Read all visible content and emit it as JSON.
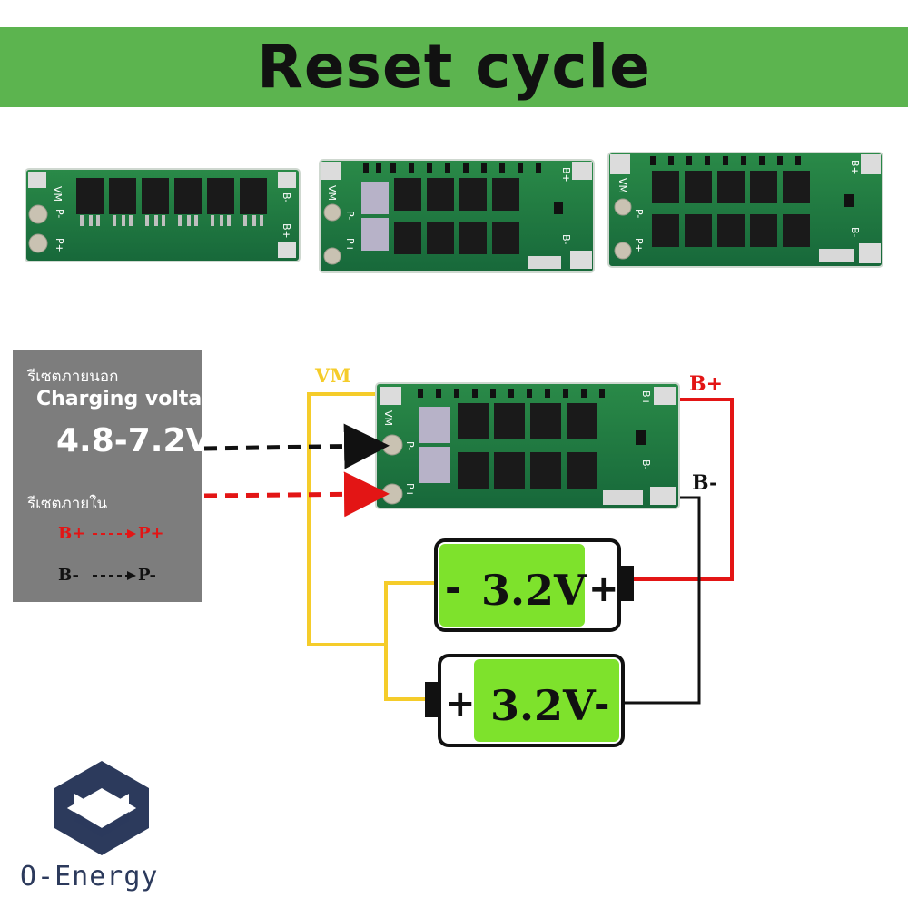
{
  "title": "Reset cycle",
  "boards": [
    {
      "labels": {
        "vm": "VM",
        "pminus": "P-",
        "pplus": "P+",
        "bminus": "B-",
        "bplus": "B+"
      }
    },
    {
      "labels": {
        "vm": "VM",
        "pminus": "P-",
        "pplus": "P+",
        "bminus": "B-",
        "bplus": "B+"
      }
    },
    {
      "labels": {
        "vm": "VM",
        "pminus": "P-",
        "pplus": "P+",
        "bminus": "B-",
        "bplus": "B+"
      }
    }
  ],
  "diagram_board": {
    "vm": "VM",
    "pminus": "P-",
    "pplus": "P+",
    "bminus": "B-",
    "bplus": "B+"
  },
  "info_box": {
    "external_reset_th": "รีเซตภายนอก",
    "charging_label": "Charging voltage",
    "voltage_range": "4.8-7.2V",
    "internal_reset_th": "รีเซตภายใน",
    "bplus_to": {
      "from": "B+",
      "to": "P+"
    },
    "bminus_to": {
      "from": "B-",
      "to": "P-"
    }
  },
  "wire_labels": {
    "vm": "VM",
    "bplus": "B+",
    "bminus": "B-"
  },
  "batteries": [
    {
      "voltage": "3.2V",
      "left_sign": "-",
      "right_sign": "+"
    },
    {
      "voltage": "3.2V",
      "left_sign": "+",
      "right_sign": "-"
    }
  ],
  "colors": {
    "banner": "#5cb44f",
    "battery_green": "#7ee22c",
    "wire_yellow": "#f5cc2a",
    "wire_red": "#e31515",
    "arrow_red": "#e31515",
    "board_green": "#1e7a3c",
    "logo_navy": "#2c3a5c"
  },
  "brand": "O-Energy"
}
